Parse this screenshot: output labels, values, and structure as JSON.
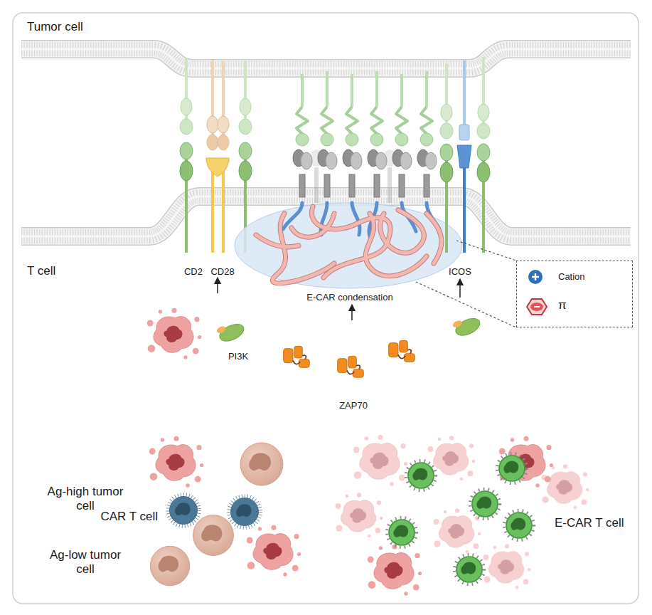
{
  "diagram": {
    "labels": [
      "Tumor cell",
      "T cell",
      "CD2",
      "CD28",
      "ICOS",
      "E-CAR condensation",
      "PI3K",
      "ZAP70",
      "Ag-high tumor cell",
      "CAR T cell",
      "Ag-low tumor cell",
      "E-CAR T cell"
    ],
    "legend": [
      {
        "text": "Cation"
      },
      {
        "text": "π"
      }
    ]
  }
}
